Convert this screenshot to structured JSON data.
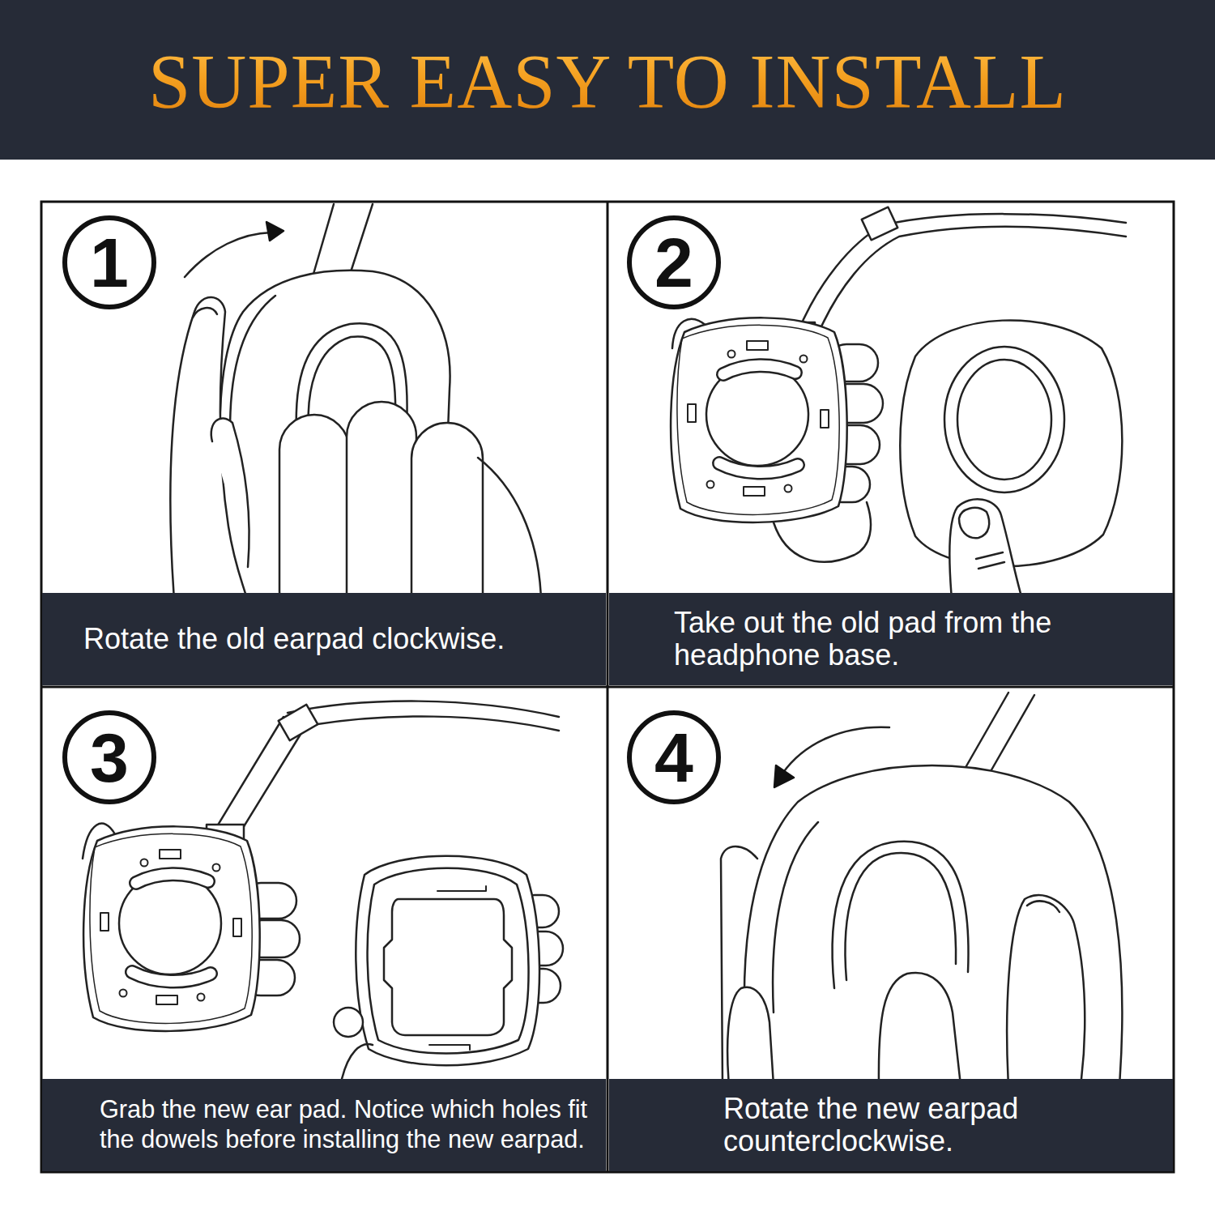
{
  "diagram": {
    "title": "SUPER EASY TO INSTALL",
    "nodes": [
      {
        "text": [
          "1"
        ]
      },
      {
        "text": [
          "Rotate the old earpad clockwise."
        ]
      },
      {
        "text": [
          "2"
        ]
      },
      {
        "text": [
          "Take out the old pad from the headphone base."
        ]
      },
      {
        "text": [
          "3"
        ]
      },
      {
        "text": [
          "Grab the new ear pad. Notice which holes fit the dowels before installing the new earpad."
        ]
      },
      {
        "text": [
          "4"
        ]
      },
      {
        "text": [
          "Rotate the new earpad counterclockwise."
        ]
      }
    ]
  }
}
